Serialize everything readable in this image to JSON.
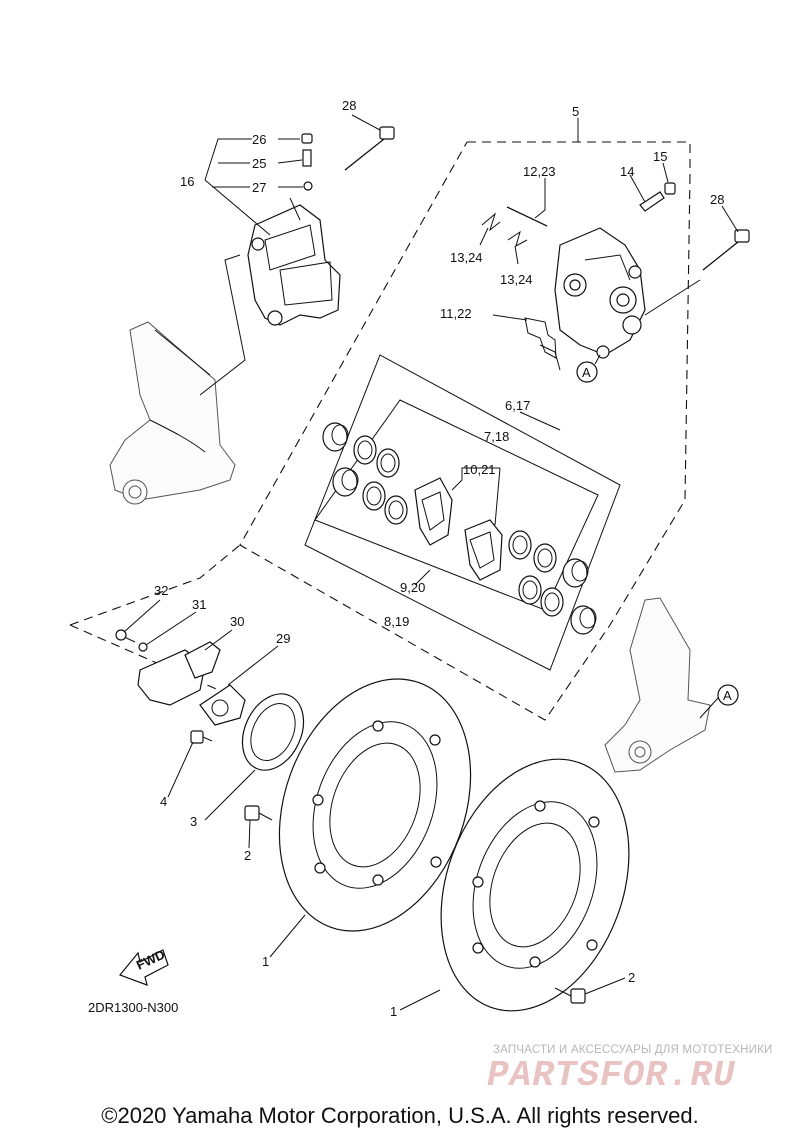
{
  "diagram": {
    "part_labels": {
      "p1a": "1",
      "p1b": "1",
      "p2a": "2",
      "p2b": "2",
      "p3": "3",
      "p4": "4",
      "p5": "5",
      "p6_17": "6,17",
      "p7_18": "7,18",
      "p8_19": "8,19",
      "p9_20": "9,20",
      "p10_21": "10,21",
      "p11_22": "11,22",
      "p12_23": "12,23",
      "p13_24a": "13,24",
      "p13_24b": "13,24",
      "p14": "14",
      "p15": "15",
      "p16": "16",
      "p25": "25",
      "p26": "26",
      "p27": "27",
      "p28a": "28",
      "p28b": "28",
      "p29": "29",
      "p30": "30",
      "p31": "31",
      "p32": "32",
      "refA1": "A",
      "refA2": "A"
    },
    "fwd_label": "FWD",
    "diagram_code": "2DR1300-N300",
    "copyright": "©2020 Yamaha Motor Corporation, U.S.A. All rights reserved."
  },
  "watermark": {
    "tagline": "ЗАПЧАСТИ И АКСЕССУАРЫ ДЛЯ МОТОТЕХНИКИ",
    "logo": "PARTSFOR.RU",
    "logo_color": "#e9c2c2"
  }
}
